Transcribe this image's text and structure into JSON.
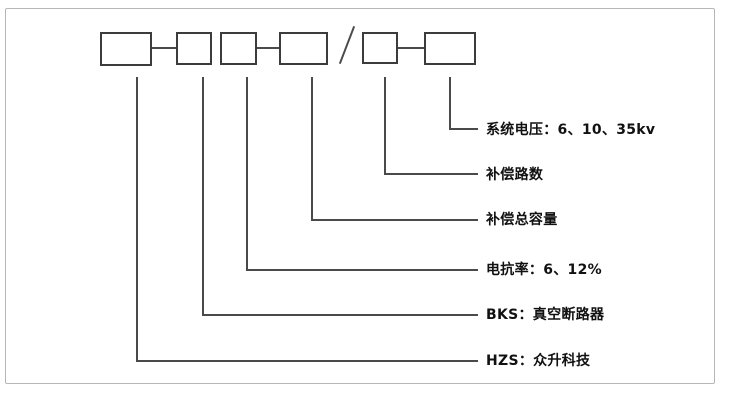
{
  "diagram": {
    "kind": "product-model-designation-diagram",
    "colors": {
      "background": "#ffffff",
      "frame_border": "#b6b6b6",
      "box_border": "#3c3c3c",
      "line": "#4a4a4a",
      "text": "#111111"
    },
    "model_code": {
      "box_count": 6,
      "separator": "/",
      "separator_position": "between box 4 and box 5"
    },
    "labels": [
      {
        "id": "system-voltage",
        "text": "系统电压：6、10、35kv",
        "connects_to_box": 6
      },
      {
        "id": "compensation-circuits",
        "text": "补偿路数",
        "connects_to_box": 5
      },
      {
        "id": "total-compensation-capacity",
        "text": "补偿总容量",
        "connects_to_box": 4
      },
      {
        "id": "reactance-rate",
        "text": "电抗率：6、12%",
        "connects_to_box": 3
      },
      {
        "id": "bks-vacuum-breaker",
        "text": "BKS：真空断路器",
        "connects_to_box": 2
      },
      {
        "id": "hzs-brand",
        "text": "HZS：众升科技",
        "connects_to_box": 1
      }
    ]
  }
}
